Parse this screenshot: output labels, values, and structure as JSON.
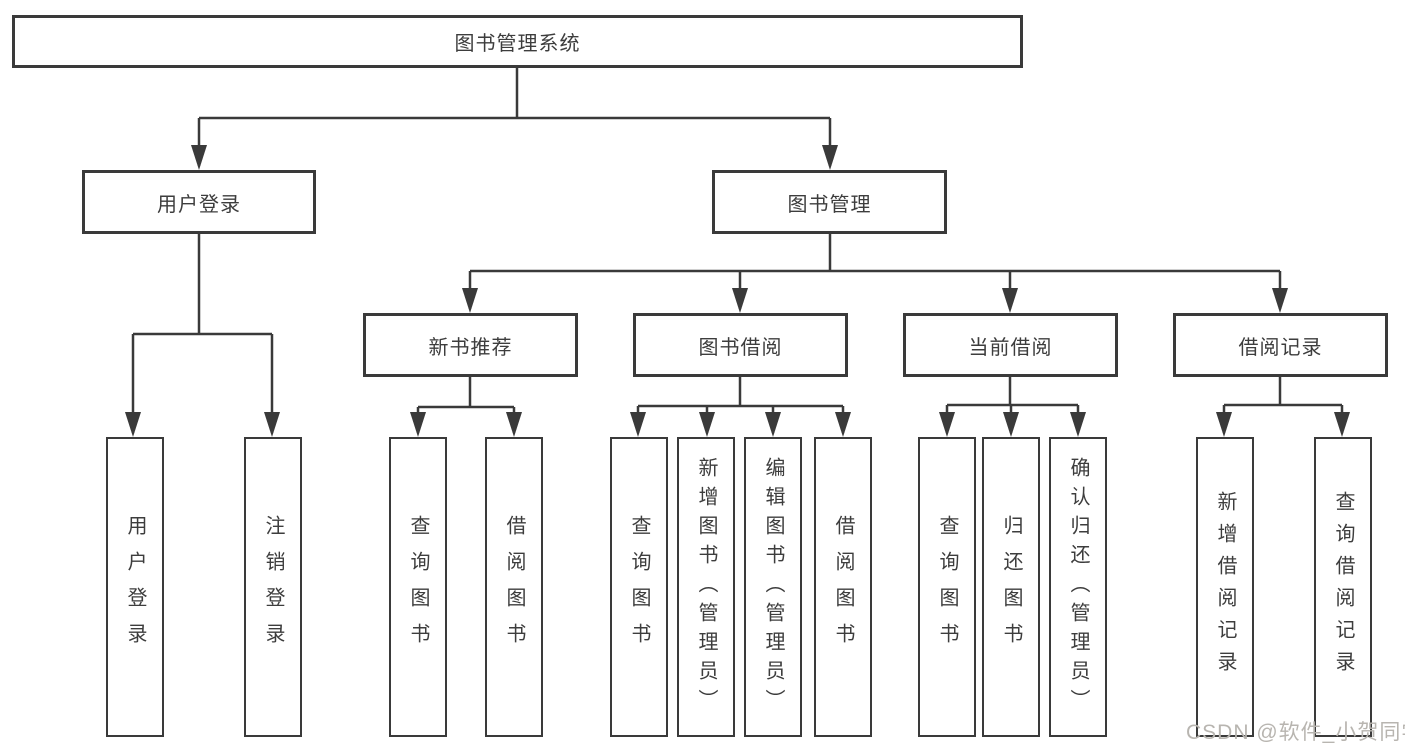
{
  "diagram": {
    "title": "图书管理系统",
    "nodes": {
      "root": {
        "label": "图书管理系统"
      },
      "level2": [
        {
          "label": "用户登录"
        },
        {
          "label": "图书管理"
        }
      ],
      "level3": [
        {
          "label": "新书推荐",
          "parent": "图书管理"
        },
        {
          "label": "图书借阅",
          "parent": "图书管理"
        },
        {
          "label": "当前借阅",
          "parent": "图书管理"
        },
        {
          "label": "借阅记录",
          "parent": "图书管理"
        }
      ],
      "leaves": [
        {
          "label": "用户登录",
          "parent": "用户登录"
        },
        {
          "label": "注销登录",
          "parent": "用户登录"
        },
        {
          "label": "查询图书",
          "parent": "新书推荐"
        },
        {
          "label": "借阅图书",
          "parent": "新书推荐"
        },
        {
          "label": "查询图书",
          "parent": "图书借阅"
        },
        {
          "label": "新增图书（管理员）",
          "parent": "图书借阅"
        },
        {
          "label": "编辑图书（管理员）",
          "parent": "图书借阅"
        },
        {
          "label": "借阅图书",
          "parent": "图书借阅"
        },
        {
          "label": "查询图书",
          "parent": "当前借阅"
        },
        {
          "label": "归还图书",
          "parent": "当前借阅"
        },
        {
          "label": "确认归还（管理员）",
          "parent": "当前借阅"
        },
        {
          "label": "新增借阅记录",
          "parent": "借阅记录"
        },
        {
          "label": "查询借阅记录",
          "parent": "借阅记录"
        }
      ]
    },
    "watermark": "CSDN @软件_小贺同学",
    "colors": {
      "line": "#3a3a3a",
      "text": "#3d3d3d",
      "watermark": "#b8b5b0",
      "background": "#ffffff"
    }
  }
}
